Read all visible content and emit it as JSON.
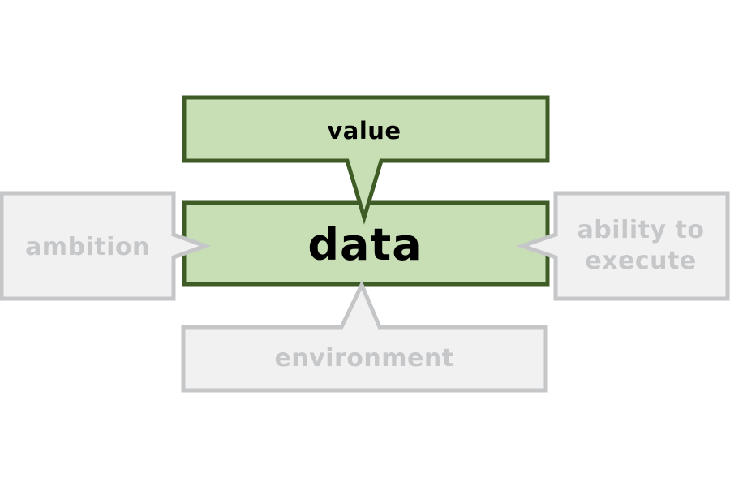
{
  "diagram": {
    "description": "value-data callout diagram with muted surrounding factors",
    "center_box": {
      "label": "data"
    },
    "top_callout": {
      "label": "value"
    },
    "left_callout": {
      "label": "ambition"
    },
    "right_callout": {
      "label_lines": [
        "ability to",
        "execute"
      ]
    },
    "bottom_callout": {
      "label": "environment"
    }
  },
  "colors": {
    "highlight_fill": "#c8dfb5",
    "highlight_border": "#3f5c27",
    "highlight_text": "#000000",
    "muted_fill": "#f1f1f2",
    "muted_border": "#c5c6c8",
    "muted_text": "#c6c7c9",
    "background": "#ffffff"
  }
}
